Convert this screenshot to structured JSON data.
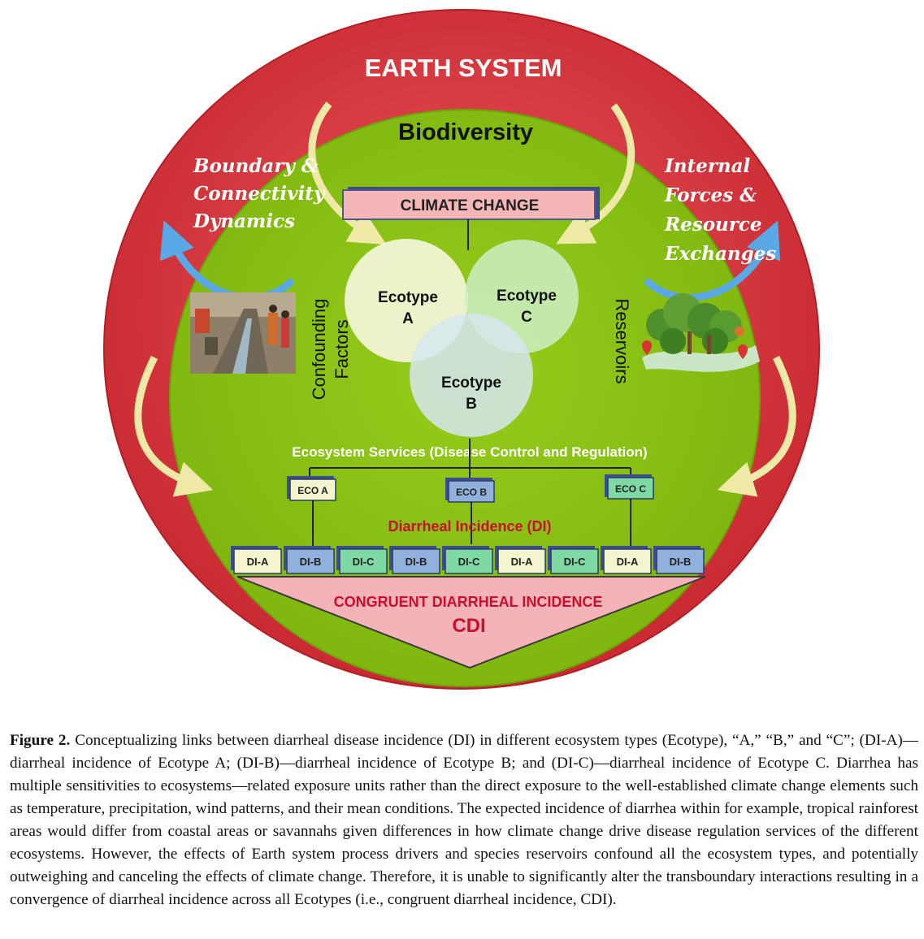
{
  "figure": {
    "earth_system": "EARTH SYSTEM",
    "biodiversity": "Biodiversity",
    "boundary_lines": [
      "Boundary &",
      "Connectivity",
      "Dynamics"
    ],
    "internal_lines": [
      "Internal",
      "Forces &",
      "Resource",
      "Exchanges"
    ],
    "climate_change": "CLIMATE CHANGE",
    "ecotypes": [
      {
        "line1": "Ecotype",
        "line2": "A",
        "color": "#f4f6d9"
      },
      {
        "line1": "Ecotype",
        "line2": "C",
        "color": "#d8f2d0"
      },
      {
        "line1": "Ecotype",
        "line2": "B",
        "color": "#d6e6f0"
      }
    ],
    "confounding_lines": [
      "Confounding",
      "Factors"
    ],
    "reservoirs": "Reservoirs",
    "ecosystem_services": "Ecosystem Services (Disease Control and Regulation)",
    "eco_boxes": [
      {
        "label": "ECO A",
        "color": "#f4f4cf"
      },
      {
        "label": "ECO B",
        "color": "#8fb1dc"
      },
      {
        "label": "ECO C",
        "color": "#7fd9a4"
      }
    ],
    "di_title": "Diarrheal Incidence (DI)",
    "di_boxes": [
      {
        "label": "DI-A",
        "color": "#f4f4cf"
      },
      {
        "label": "DI-B",
        "color": "#8fb1dc"
      },
      {
        "label": "DI-C",
        "color": "#7fd9a4"
      },
      {
        "label": "DI-B",
        "color": "#8fb1dc"
      },
      {
        "label": "DI-C",
        "color": "#7fd9a4"
      },
      {
        "label": "DI-A",
        "color": "#f4f4cf"
      },
      {
        "label": "DI-C",
        "color": "#7fd9a4"
      },
      {
        "label": "DI-A",
        "color": "#f4f4cf"
      },
      {
        "label": "DI-B",
        "color": "#8fb1dc"
      }
    ],
    "cdi_title": "CONGRUENT DIARRHEAL INCIDENCE",
    "cdi_abbrev": "CDI",
    "colors": {
      "outer_red": "#d9393f",
      "inner_green": "#8cc414",
      "title_red": "#c8102e",
      "cdi_fill": "#f3b3b8",
      "climate_fill": "#f5b6b8",
      "arrow_blue": "#5aa9e6",
      "arrow_cream": "#f3efb8"
    }
  },
  "caption": {
    "label": "Figure 2.",
    "text": "Conceptualizing links between diarrheal disease incidence (DI) in different ecosystem types (Ecotype), “A,” “B,” and “C”; (DI-A)—diarrheal incidence of Ecotype A; (DI-B)—diarrheal incidence of Ecotype B; and (DI-C)—diarrheal incidence of Ecotype C. Diarrhea has multiple sensitivities to ecosystems—related exposure units rather than the direct exposure to the well-established climate change elements such as temperature, precipitation, wind patterns, and their mean conditions. The expected incidence of diarrhea within for example, tropical rainforest areas would differ from coastal areas or savannahs given differences in how climate change drive disease regulation services of the different ecosystems. However, the effects of Earth system process drivers and species reservoirs confound all the ecosystem types, and potentially outweighing and canceling the effects of climate change. Therefore, it is unable to significantly alter the transboundary interactions resulting in a convergence of diarrheal incidence across all Ecotypes (i.e., congruent diarrheal incidence, CDI)."
  }
}
